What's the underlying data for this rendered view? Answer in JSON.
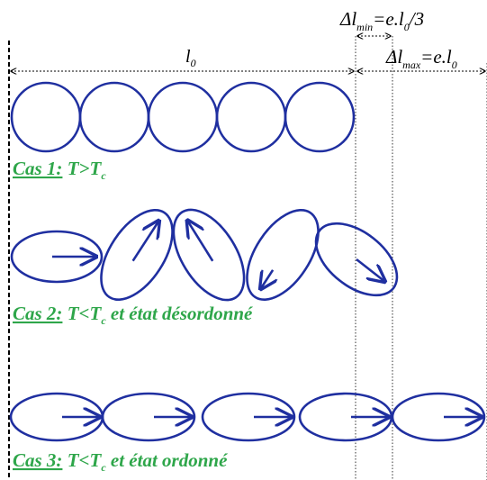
{
  "colors": {
    "shape": "#1f2fa0",
    "caption": "#2ea64a",
    "guide": "#000000"
  },
  "labels": {
    "l0_main": "l",
    "l0_sub": "0",
    "dlmin_delta": "Δl",
    "dlmin_sub": "min",
    "dlmin_rhs": "=e.l",
    "dlmin_rhs_sub": "0",
    "dlmin_tail": "/3",
    "dlmax_delta": "Δl",
    "dlmax_sub": "max",
    "dlmax_rhs": "=e.l",
    "dlmax_rhs_sub": "0"
  },
  "cases": [
    {
      "prefix": "Cas 1:",
      "condition_main": " T>T",
      "condition_sub": "c",
      "condition_tail": ""
    },
    {
      "prefix": "Cas 2:",
      "condition_main": " T<T",
      "condition_sub": "c",
      "condition_tail": " et état désordonné"
    },
    {
      "prefix": "Cas 3:",
      "condition_main": " T<T",
      "condition_sub": "c",
      "condition_tail": " et état ordonné"
    }
  ]
}
